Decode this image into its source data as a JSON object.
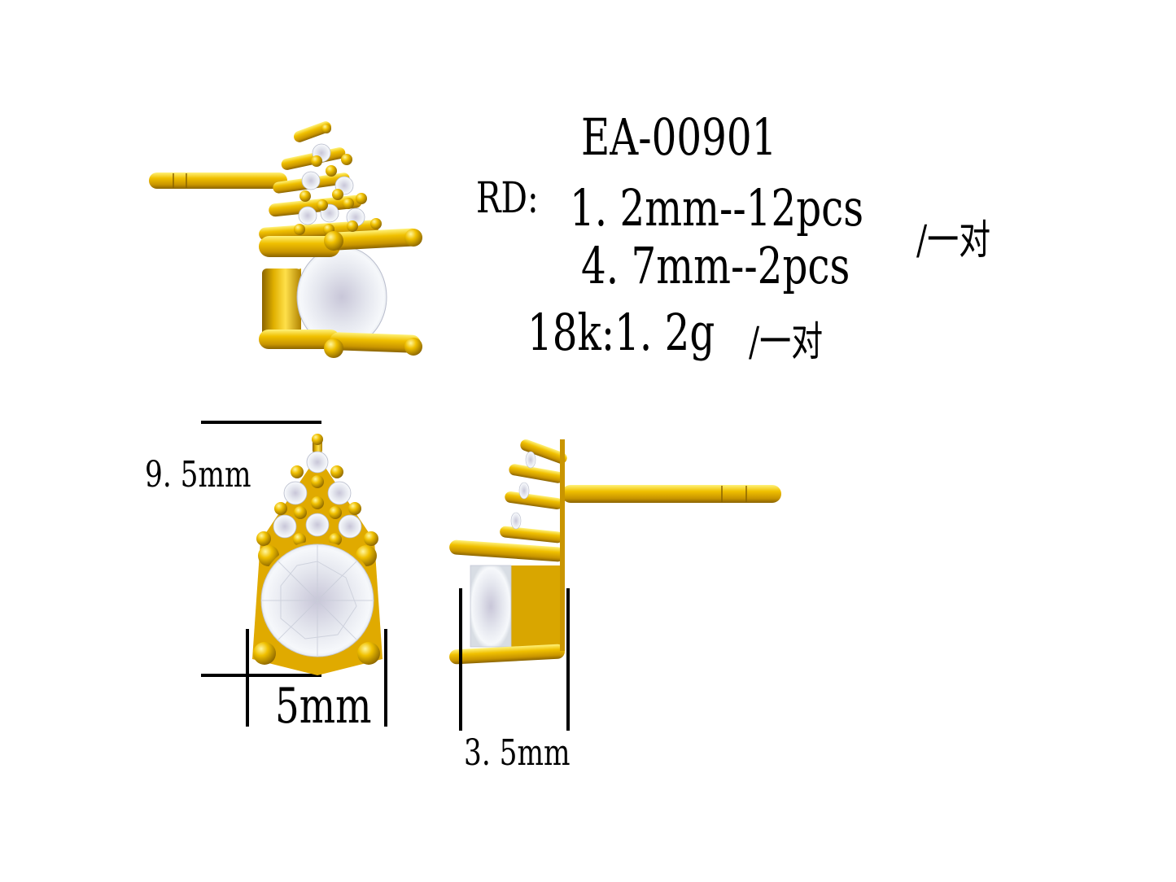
{
  "product": {
    "code": "EA-00901",
    "stones_label": "RD:",
    "stones": [
      {
        "size": "1.2mm",
        "qty": "12pcs",
        "text": "1. 2mm--12pcs"
      },
      {
        "size": "4.7mm",
        "qty": "2pcs",
        "text": "4. 7mm--2pcs"
      }
    ],
    "stones_per": "/一对",
    "metal_text": "18k:1. 2g",
    "metal_per": "/一对"
  },
  "dimensions": {
    "height": "9. 5mm",
    "width": "5mm",
    "depth": "3. 5mm"
  },
  "colors": {
    "gold": "#e8b400",
    "gold_dark": "#a67c00",
    "gold_light": "#fff07a",
    "stone": "#eef2f7",
    "line": "#000000"
  },
  "views": [
    {
      "name": "perspective-view"
    },
    {
      "name": "front-view"
    },
    {
      "name": "side-view"
    }
  ]
}
